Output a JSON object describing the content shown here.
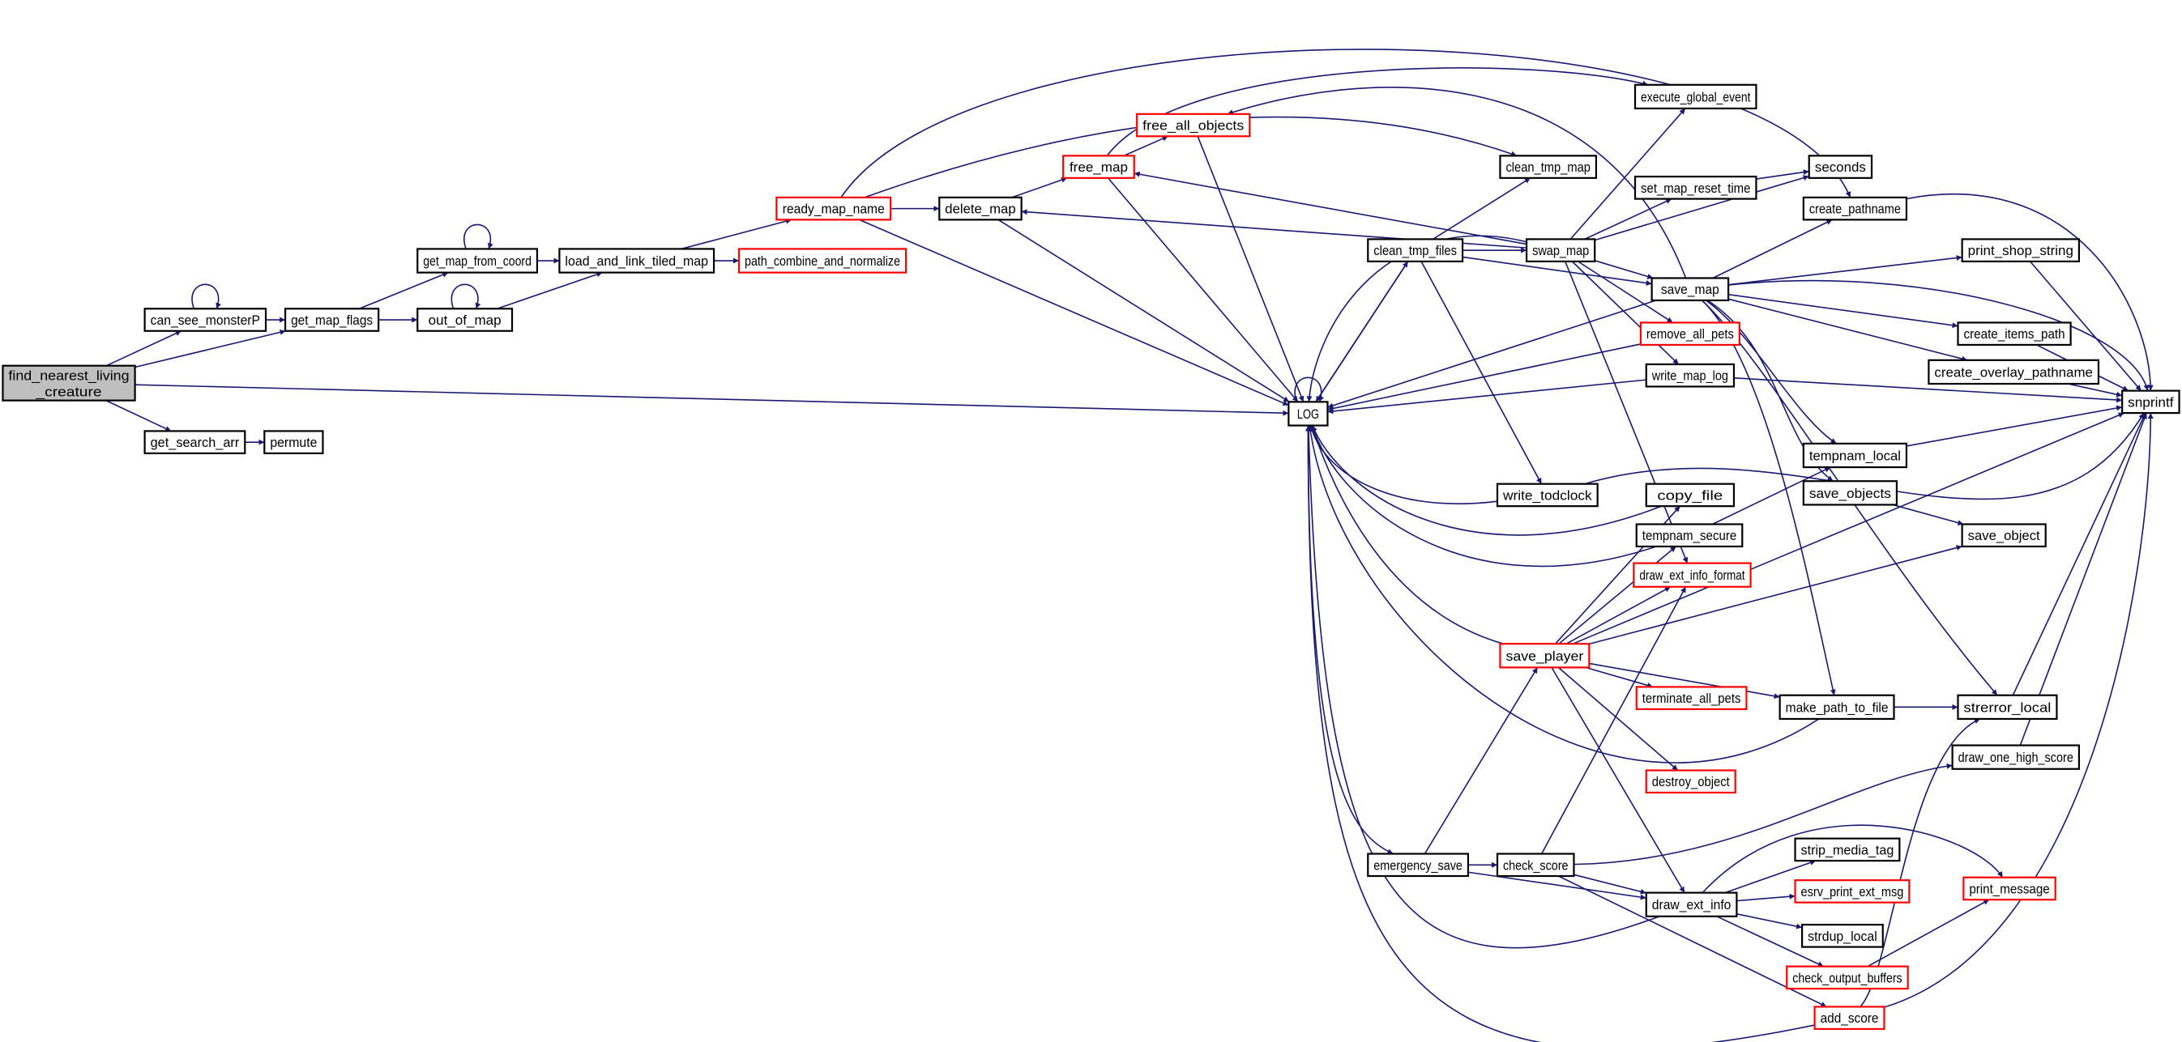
{
  "colors": {
    "edge": "#191970",
    "node_border": "#000000",
    "truncated_border": "#ff0000",
    "root_fill": "#bfbfbf",
    "node_fill": "#ffffff"
  },
  "nodes": [
    {
      "id": "find_nearest_living_creature",
      "label": "find_nearest_living_creature",
      "lines": [
        "find_nearest_living",
        "_creature"
      ],
      "kind": "root"
    },
    {
      "id": "can_see_monsterP",
      "label": "can_see_monsterP",
      "kind": "normal"
    },
    {
      "id": "get_map_flags",
      "label": "get_map_flags",
      "kind": "normal"
    },
    {
      "id": "get_search_arr",
      "label": "get_search_arr",
      "kind": "normal"
    },
    {
      "id": "permute",
      "label": "permute",
      "kind": "normal"
    },
    {
      "id": "get_map_from_coord",
      "label": "get_map_from_coord",
      "kind": "normal"
    },
    {
      "id": "out_of_map",
      "label": "out_of_map",
      "kind": "normal"
    },
    {
      "id": "load_and_link_tiled_map",
      "label": "load_and_link_tiled_map",
      "kind": "normal"
    },
    {
      "id": "ready_map_name",
      "label": "ready_map_name",
      "kind": "truncated"
    },
    {
      "id": "path_combine_and_normalize",
      "label": "path_combine_and_normalize",
      "kind": "truncated"
    },
    {
      "id": "delete_map",
      "label": "delete_map",
      "kind": "normal"
    },
    {
      "id": "free_map",
      "label": "free_map",
      "kind": "truncated"
    },
    {
      "id": "free_all_objects",
      "label": "free_all_objects",
      "kind": "truncated"
    },
    {
      "id": "execute_global_event",
      "label": "execute_global_event",
      "kind": "normal"
    },
    {
      "id": "clean_tmp_map",
      "label": "clean_tmp_map",
      "kind": "normal"
    },
    {
      "id": "set_map_reset_time",
      "label": "set_map_reset_time",
      "kind": "normal"
    },
    {
      "id": "seconds",
      "label": "seconds",
      "kind": "normal"
    },
    {
      "id": "create_pathname",
      "label": "create_pathname",
      "kind": "normal"
    },
    {
      "id": "swap_map",
      "label": "swap_map",
      "kind": "normal"
    },
    {
      "id": "clean_tmp_files",
      "label": "clean_tmp_files",
      "kind": "normal"
    },
    {
      "id": "save_map",
      "label": "save_map",
      "kind": "normal"
    },
    {
      "id": "print_shop_string",
      "label": "print_shop_string",
      "kind": "normal"
    },
    {
      "id": "create_items_path",
      "label": "create_items_path",
      "kind": "normal"
    },
    {
      "id": "create_overlay_pathname",
      "label": "create_overlay_pathname",
      "kind": "normal"
    },
    {
      "id": "snprintf",
      "label": "snprintf",
      "kind": "normal"
    },
    {
      "id": "remove_all_pets",
      "label": "remove_all_pets",
      "kind": "truncated"
    },
    {
      "id": "write_map_log",
      "label": "write_map_log",
      "kind": "normal"
    },
    {
      "id": "LOG",
      "label": "LOG",
      "kind": "normal"
    },
    {
      "id": "tempnam_local",
      "label": "tempnam_local",
      "kind": "normal"
    },
    {
      "id": "write_todclock",
      "label": "write_todclock",
      "kind": "normal"
    },
    {
      "id": "copy_file",
      "label": "copy_file",
      "kind": "normal"
    },
    {
      "id": "save_objects",
      "label": "save_objects",
      "kind": "normal"
    },
    {
      "id": "save_object",
      "label": "save_object",
      "kind": "normal"
    },
    {
      "id": "tempnam_secure",
      "label": "tempnam_secure",
      "kind": "normal"
    },
    {
      "id": "draw_ext_info_format",
      "label": "draw_ext_info_format",
      "kind": "truncated"
    },
    {
      "id": "save_player",
      "label": "save_player",
      "kind": "truncated"
    },
    {
      "id": "terminate_all_pets",
      "label": "terminate_all_pets",
      "kind": "truncated"
    },
    {
      "id": "make_path_to_file",
      "label": "make_path_to_file",
      "kind": "normal"
    },
    {
      "id": "strerror_local",
      "label": "strerror_local",
      "kind": "normal"
    },
    {
      "id": "draw_one_high_score",
      "label": "draw_one_high_score",
      "kind": "normal"
    },
    {
      "id": "destroy_object",
      "label": "destroy_object",
      "kind": "truncated"
    },
    {
      "id": "print_message",
      "label": "print_message",
      "kind": "truncated"
    },
    {
      "id": "strip_media_tag",
      "label": "strip_media_tag",
      "kind": "normal"
    },
    {
      "id": "emergency_save",
      "label": "emergency_save",
      "kind": "normal"
    },
    {
      "id": "check_score",
      "label": "check_score",
      "kind": "normal"
    },
    {
      "id": "draw_ext_info",
      "label": "draw_ext_info",
      "kind": "normal"
    },
    {
      "id": "esrv_print_ext_msg",
      "label": "esrv_print_ext_msg",
      "kind": "truncated"
    },
    {
      "id": "strdup_local",
      "label": "strdup_local",
      "kind": "normal"
    },
    {
      "id": "check_output_buffers",
      "label": "check_output_buffers",
      "kind": "truncated"
    },
    {
      "id": "add_score",
      "label": "add_score",
      "kind": "truncated"
    }
  ],
  "edges": [
    [
      "find_nearest_living_creature",
      "can_see_monsterP"
    ],
    [
      "find_nearest_living_creature",
      "get_map_flags"
    ],
    [
      "find_nearest_living_creature",
      "LOG"
    ],
    [
      "find_nearest_living_creature",
      "get_search_arr"
    ],
    [
      "can_see_monsterP",
      "can_see_monsterP"
    ],
    [
      "can_see_monsterP",
      "get_map_flags"
    ],
    [
      "get_map_flags",
      "get_map_from_coord"
    ],
    [
      "get_map_flags",
      "out_of_map"
    ],
    [
      "get_search_arr",
      "permute"
    ],
    [
      "get_map_from_coord",
      "get_map_from_coord"
    ],
    [
      "get_map_from_coord",
      "load_and_link_tiled_map"
    ],
    [
      "out_of_map",
      "out_of_map"
    ],
    [
      "out_of_map",
      "load_and_link_tiled_map"
    ],
    [
      "load_and_link_tiled_map",
      "ready_map_name"
    ],
    [
      "load_and_link_tiled_map",
      "path_combine_and_normalize"
    ],
    [
      "ready_map_name",
      "delete_map"
    ],
    [
      "ready_map_name",
      "LOG"
    ],
    [
      "ready_map_name",
      "create_pathname"
    ],
    [
      "ready_map_name",
      "clean_tmp_map"
    ],
    [
      "delete_map",
      "free_map"
    ],
    [
      "delete_map",
      "LOG"
    ],
    [
      "free_map",
      "free_all_objects"
    ],
    [
      "free_map",
      "LOG"
    ],
    [
      "free_map",
      "execute_global_event"
    ],
    [
      "free_all_objects",
      "LOG"
    ],
    [
      "swap_map",
      "delete_map"
    ],
    [
      "swap_map",
      "free_map"
    ],
    [
      "swap_map",
      "execute_global_event"
    ],
    [
      "swap_map",
      "set_map_reset_time"
    ],
    [
      "swap_map",
      "seconds"
    ],
    [
      "swap_map",
      "save_map"
    ],
    [
      "swap_map",
      "remove_all_pets"
    ],
    [
      "swap_map",
      "write_map_log"
    ],
    [
      "swap_map",
      "LOG"
    ],
    [
      "swap_map",
      "draw_ext_info_format"
    ],
    [
      "clean_tmp_files",
      "clean_tmp_map"
    ],
    [
      "clean_tmp_files",
      "swap_map"
    ],
    [
      "clean_tmp_files",
      "save_map"
    ],
    [
      "clean_tmp_files",
      "LOG"
    ],
    [
      "clean_tmp_files",
      "write_todclock"
    ],
    [
      "set_map_reset_time",
      "seconds"
    ],
    [
      "create_pathname",
      "snprintf"
    ],
    [
      "save_map",
      "free_all_objects"
    ],
    [
      "save_map",
      "create_pathname"
    ],
    [
      "save_map",
      "print_shop_string"
    ],
    [
      "save_map",
      "snprintf"
    ],
    [
      "save_map",
      "create_items_path"
    ],
    [
      "save_map",
      "create_overlay_pathname"
    ],
    [
      "save_map",
      "LOG"
    ],
    [
      "save_map",
      "tempnam_local"
    ],
    [
      "save_map",
      "save_objects"
    ],
    [
      "save_map",
      "make_path_to_file"
    ],
    [
      "save_map",
      "strerror_local"
    ],
    [
      "print_shop_string",
      "snprintf"
    ],
    [
      "create_items_path",
      "snprintf"
    ],
    [
      "create_overlay_pathname",
      "snprintf"
    ],
    [
      "remove_all_pets",
      "LOG"
    ],
    [
      "write_map_log",
      "LOG"
    ],
    [
      "write_map_log",
      "snprintf"
    ],
    [
      "tempnam_local",
      "snprintf"
    ],
    [
      "LOG",
      "LOG"
    ],
    [
      "LOG",
      "clean_tmp_files"
    ],
    [
      "LOG",
      "emergency_save"
    ],
    [
      "write_todclock",
      "LOG"
    ],
    [
      "write_todclock",
      "snprintf"
    ],
    [
      "copy_file",
      "LOG"
    ],
    [
      "save_objects",
      "save_object"
    ],
    [
      "tempnam_secure",
      "tempnam_local"
    ],
    [
      "tempnam_secure",
      "LOG"
    ],
    [
      "save_player",
      "LOG"
    ],
    [
      "save_player",
      "copy_file"
    ],
    [
      "save_player",
      "tempnam_secure"
    ],
    [
      "save_player",
      "draw_ext_info_format"
    ],
    [
      "save_player",
      "save_object"
    ],
    [
      "save_player",
      "snprintf"
    ],
    [
      "save_player",
      "terminate_all_pets"
    ],
    [
      "save_player",
      "make_path_to_file"
    ],
    [
      "save_player",
      "destroy_object"
    ],
    [
      "save_player",
      "draw_ext_info"
    ],
    [
      "make_path_to_file",
      "strerror_local"
    ],
    [
      "make_path_to_file",
      "LOG"
    ],
    [
      "strerror_local",
      "snprintf"
    ],
    [
      "draw_one_high_score",
      "snprintf"
    ],
    [
      "emergency_save",
      "save_player"
    ],
    [
      "emergency_save",
      "check_score"
    ],
    [
      "emergency_save",
      "draw_ext_info"
    ],
    [
      "check_score",
      "draw_ext_info_format"
    ],
    [
      "check_score",
      "draw_one_high_score"
    ],
    [
      "check_score",
      "draw_ext_info"
    ],
    [
      "check_score",
      "add_score"
    ],
    [
      "draw_ext_info",
      "print_message"
    ],
    [
      "draw_ext_info",
      "strip_media_tag"
    ],
    [
      "draw_ext_info",
      "esrv_print_ext_msg"
    ],
    [
      "draw_ext_info",
      "strdup_local"
    ],
    [
      "draw_ext_info",
      "check_output_buffers"
    ],
    [
      "draw_ext_info",
      "LOG"
    ],
    [
      "check_output_buffers",
      "print_message"
    ],
    [
      "add_score",
      "LOG"
    ],
    [
      "add_score",
      "strerror_local"
    ],
    [
      "add_score",
      "snprintf"
    ]
  ]
}
